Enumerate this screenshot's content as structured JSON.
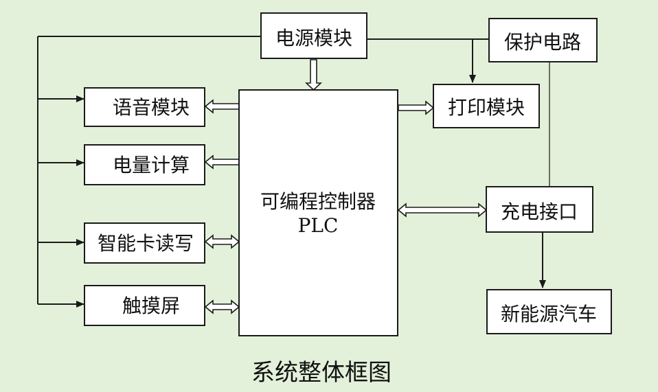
{
  "background_color": "#e3f1da",
  "nodes": {
    "power": "电源模块",
    "protection": "保护电路",
    "voice": "语音模块",
    "energy": "电量计算",
    "card": "智能卡读写",
    "touch": "触摸屏",
    "plc_line1": "可编程控制器",
    "plc_line2": "PLC",
    "print": "打印模块",
    "charge_port": "充电接口",
    "ev": "新能源汽车"
  },
  "caption": "系统整体框图"
}
